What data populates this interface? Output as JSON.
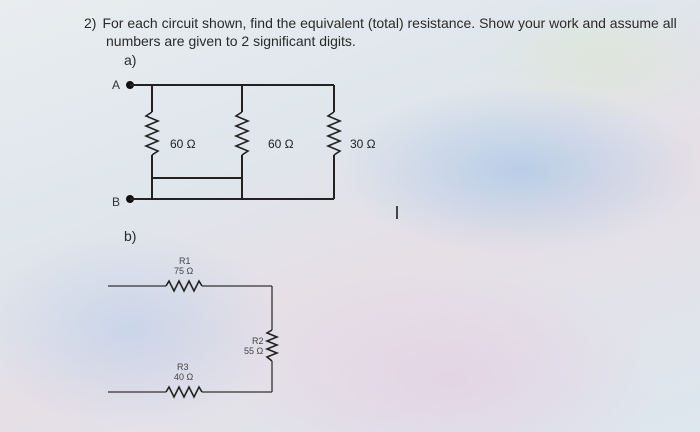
{
  "question": {
    "number": "2)",
    "line1": "For each circuit shown, find the equivalent (total) resistance. Show your work and assume all",
    "line2": "numbers are given to 2 significant digits."
  },
  "part_a": {
    "label": "a)",
    "node_a": "A",
    "node_b": "B",
    "resistors": [
      {
        "value": "60 Ω"
      },
      {
        "value": "60 Ω"
      },
      {
        "value": "30 Ω"
      }
    ]
  },
  "part_b": {
    "label": "b)",
    "resistors": [
      {
        "name": "R1",
        "value": "75 Ω"
      },
      {
        "name": "R2",
        "value": "55 Ω"
      },
      {
        "name": "R3",
        "value": "40 Ω"
      }
    ]
  }
}
